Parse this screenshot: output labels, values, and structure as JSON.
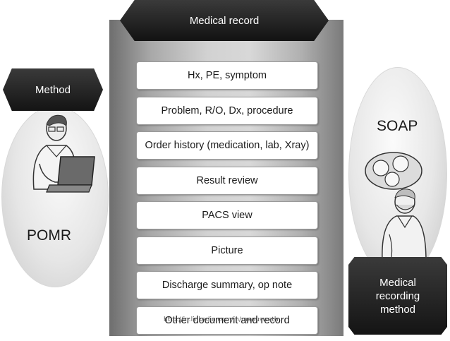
{
  "header": {
    "title": "Medical record"
  },
  "left": {
    "tab_label": "Method",
    "caption": "POMR",
    "illustration": "person-at-laptop"
  },
  "right": {
    "caption": "SOAP",
    "tab_label": "Medical recording method",
    "illustration": "surgeon"
  },
  "items": [
    "Hx, PE, symptom",
    "Problem, R/O, Dx, procedure",
    "Order history (medication, lab, Xray)",
    "Result review",
    "PACS view",
    "Picture",
    "Discharge summary, op note",
    "Other document and record"
  ],
  "watermark": "http://in.linkedin.com/in/manuswath",
  "colors": {
    "tab": "#1e1e1e",
    "panel": "#b4b4b4",
    "item_bg": "#ffffff"
  }
}
